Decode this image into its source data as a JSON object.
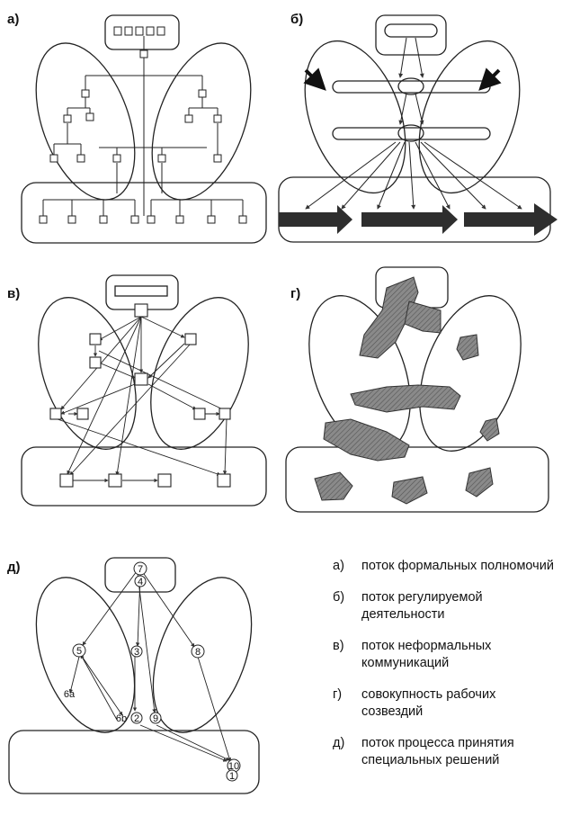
{
  "panels": {
    "a": {
      "label": "а)"
    },
    "b": {
      "label": "б)"
    },
    "v": {
      "label": "в)"
    },
    "g": {
      "label": "г)"
    },
    "d": {
      "label": "д)"
    }
  },
  "nodes_d": [
    "7",
    "4",
    "5",
    "3",
    "8",
    "6a",
    "6b",
    "2",
    "9",
    "10",
    "1"
  ],
  "legend": [
    {
      "key": "а)",
      "text": "поток формальных полномочий"
    },
    {
      "key": "б)",
      "text": "поток регулируемой деятельности"
    },
    {
      "key": "в)",
      "text": "поток неформальных коммуникаций"
    },
    {
      "key": "г)",
      "text": "совокупность рабочих созвездий"
    },
    {
      "key": "д)",
      "text": "поток процесса принятия специальных решений"
    }
  ]
}
